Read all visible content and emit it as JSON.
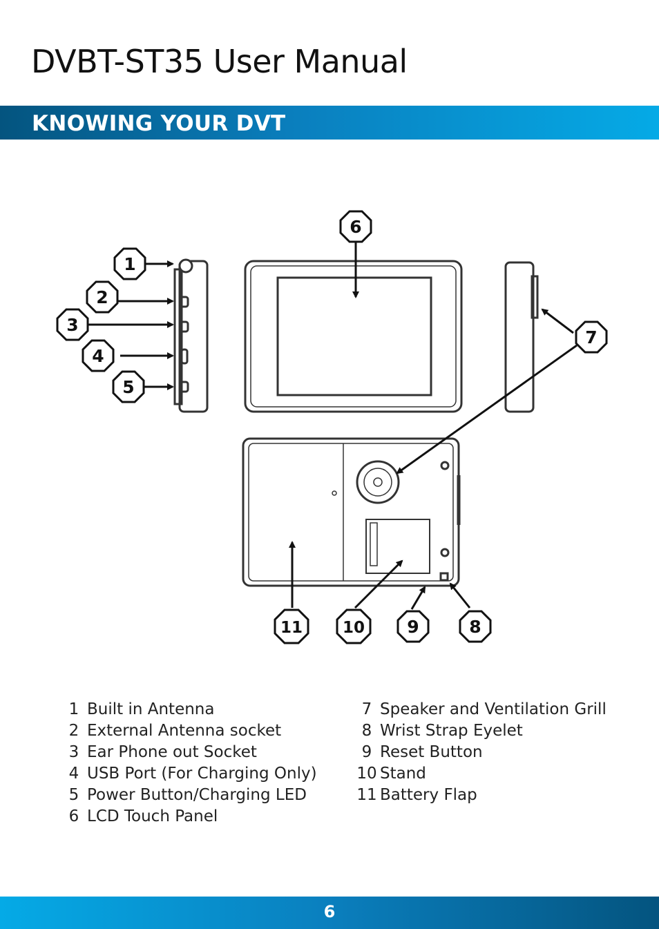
{
  "header": {
    "title": "DVBT-ST35 User Manual"
  },
  "section": {
    "title": "KNOWING YOUR DVT"
  },
  "diagram": {
    "callouts": [
      "1",
      "2",
      "3",
      "4",
      "5",
      "6",
      "7",
      "8",
      "9",
      "10",
      "11"
    ]
  },
  "legend": {
    "left": [
      {
        "num": "1",
        "label": "Built in Antenna"
      },
      {
        "num": "2",
        "label": "External Antenna socket"
      },
      {
        "num": "3",
        "label": "Ear Phone out Socket"
      },
      {
        "num": "4",
        "label": "USB Port (For Charging Only)"
      },
      {
        "num": "5",
        "label": "Power Button/Charging LED"
      },
      {
        "num": "6",
        "label": "LCD Touch Panel"
      }
    ],
    "right": [
      {
        "num": "7",
        "label": "Speaker and Ventilation Grill"
      },
      {
        "num": "8",
        "label": "Wrist Strap Eyelet"
      },
      {
        "num": "9",
        "label": "Reset Button"
      },
      {
        "num": "10",
        "label": "Stand"
      },
      {
        "num": "11",
        "label": "Battery Flap"
      }
    ]
  },
  "footer": {
    "page_number": "6"
  }
}
